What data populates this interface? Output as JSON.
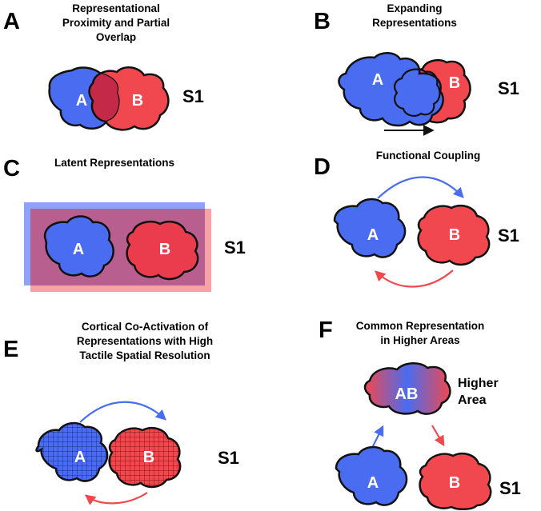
{
  "colors": {
    "blue": "#4a6cf0",
    "red": "#f0484e",
    "overlap": "#c42a48",
    "outline": "#111111",
    "latent_blue": "#8fa2f7",
    "latent_red": "#f7a2a6",
    "latent_mix": "#b85f8f"
  },
  "panels": {
    "A": {
      "letter": "A",
      "title": [
        "Representational",
        "Proximity and Partial",
        "Overlap"
      ],
      "region_a": "A",
      "region_b": "B",
      "area": "S1"
    },
    "B": {
      "letter": "B",
      "title": [
        "Expanding",
        "Representations"
      ],
      "region_a": "A",
      "region_b": "B",
      "area": "S1"
    },
    "C": {
      "letter": "C",
      "title": [
        "Latent Representations"
      ],
      "region_a": "A",
      "region_b": "B",
      "area": "S1"
    },
    "D": {
      "letter": "D",
      "title": [
        "Functional Coupling"
      ],
      "region_a": "A",
      "region_b": "B",
      "area": "S1"
    },
    "E": {
      "letter": "E",
      "title": [
        "Cortical Co-Activation of",
        "Representations with High",
        "Tactile Spatial Resolution"
      ],
      "region_a": "A",
      "region_b": "B",
      "area": "S1"
    },
    "F": {
      "letter": "F",
      "title": [
        "Common Representation",
        "in Higher Areas"
      ],
      "region_ab": "AB",
      "higher": [
        "Higher",
        "Area"
      ],
      "region_a": "A",
      "region_b": "B",
      "area": "S1"
    }
  }
}
